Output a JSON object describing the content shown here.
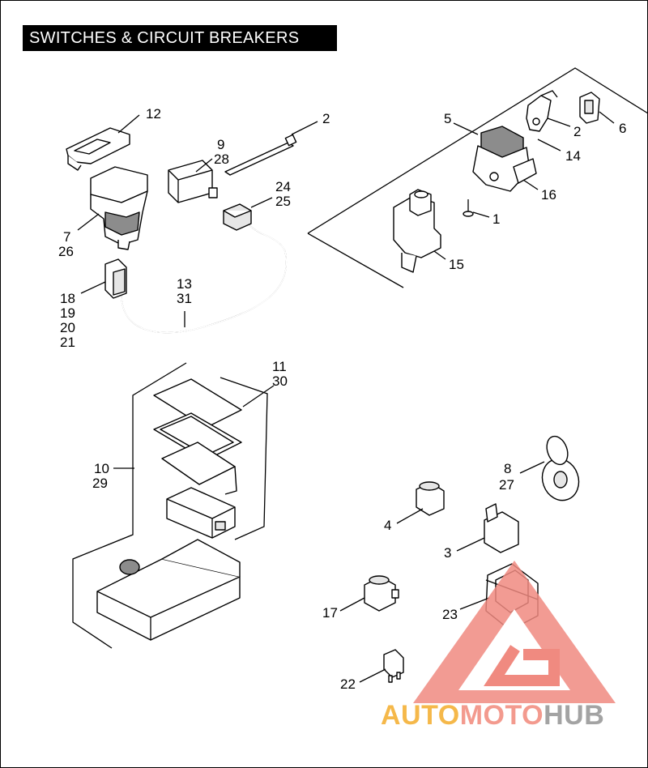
{
  "title": "SWITCHES & CIRCUIT BREAKERS",
  "watermark": {
    "part1": "AUTO",
    "part2": "MOTO",
    "part3": "HUB"
  },
  "labels": {
    "l12": "12",
    "l2a": "2",
    "l9": "9",
    "l28": "28",
    "l24": "24",
    "l25": "25",
    "l7": "7",
    "l26": "26",
    "l13": "13",
    "l31": "31",
    "l18": "18",
    "l19": "19",
    "l20": "20",
    "l21": "21",
    "l5": "5",
    "l2b": "2",
    "l6": "6",
    "l14": "14",
    "l16": "16",
    "l1": "1",
    "l15": "15",
    "l11": "11",
    "l30": "30",
    "l10": "10",
    "l29": "29",
    "l8": "8",
    "l27": "27",
    "l4": "4",
    "l3": "3",
    "l17": "17",
    "l23": "23",
    "l22": "22"
  },
  "colors": {
    "watermark_triangle": "#f08a80",
    "watermark_auto": "#f5b84a",
    "watermark_moto": "#f39a8e",
    "watermark_hub": "#a3a3a3"
  }
}
